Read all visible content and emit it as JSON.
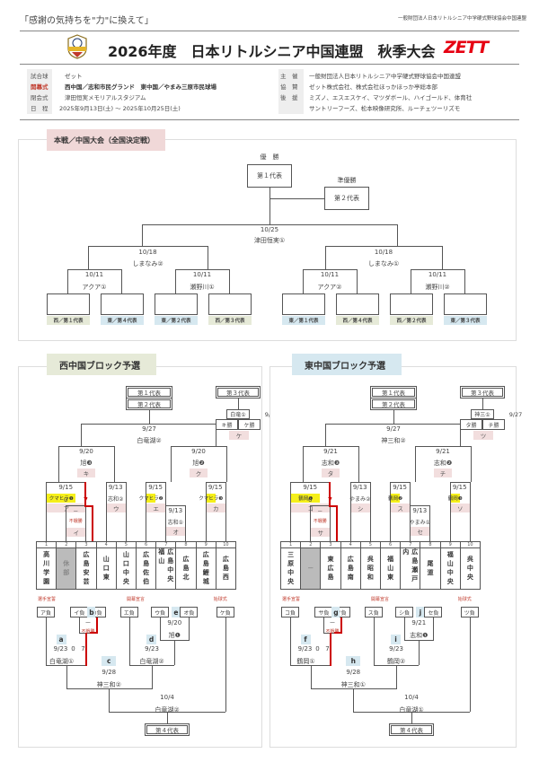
{
  "header": {
    "slogan": "「感謝の気持ちを\"力\"に換えて」",
    "org_small": "一般財団法人日本リトルシニア中学硬式野球協会中国連盟",
    "title": "2026年度　日本リトルシニア中国連盟　秋季大会",
    "sponsor_logo": "ZETT",
    "league_emblem": "emblem-icon"
  },
  "info_left": [
    {
      "label": "試合球",
      "value": "ゼット"
    },
    {
      "label": "開幕式",
      "value": "西中国／志和市民グランド　東中国／やまみ三原市民球場",
      "highlight": true
    },
    {
      "label": "閉会式",
      "value": "津田恒実メモリアルスタジアム"
    },
    {
      "label": "日　程",
      "value": "2025年9月13日(土) ～ 2025年10月25日(土)"
    }
  ],
  "info_right": [
    {
      "label": "主　催",
      "value": "一般財団法人日本リトルシニア中学硬式野球協会中国連盟"
    },
    {
      "label": "協　賛",
      "value": "ゼット株式会社、株式会社ほっかほっか亭総本部"
    },
    {
      "label": "後　援",
      "value": "ミズノ、エスエスケイ、マツダボール、ハイゴールド、体育社"
    },
    {
      "label": "",
      "value": "サントリーフーズ、松本映像研究所、ルーチェツーリズモ"
    }
  ],
  "main": {
    "section_label": "本戦／中国大会（全国決定戦）",
    "champion_label": "優　勝",
    "champion_box": "第１代表",
    "runnerup_label": "準優勝",
    "runnerup_box": "第２代表",
    "final": {
      "date": "10/25",
      "venue": "津田恒実①"
    },
    "semis": [
      {
        "date": "10/18",
        "venue": "しまなみ②"
      },
      {
        "date": "10/18",
        "venue": "しまなみ①"
      }
    ],
    "quarters": [
      {
        "date": "10/11",
        "venue": "アクア①"
      },
      {
        "date": "10/11",
        "venue": "瀬野川①"
      },
      {
        "date": "10/11",
        "venue": "アクア②"
      },
      {
        "date": "10/11",
        "venue": "瀬野川②"
      }
    ],
    "slots": [
      {
        "label": "西／第１代表",
        "side": "w"
      },
      {
        "label": "東／第４代表",
        "side": "e"
      },
      {
        "label": "東／第２代表",
        "side": "e"
      },
      {
        "label": "西／第３代表",
        "side": "w"
      },
      {
        "label": "東／第１代表",
        "side": "e"
      },
      {
        "label": "西／第４代表",
        "side": "w"
      },
      {
        "label": "西／第２代表",
        "side": "w"
      },
      {
        "label": "東／第３代表",
        "side": "e"
      }
    ]
  },
  "west": {
    "section_label": "西中国ブロック予選",
    "rep1": "第１代表",
    "rep2": "第２代表",
    "rep3": "第３代表",
    "rep4": "第４代表",
    "final": {
      "date": "9/27",
      "venue": "白竜湖②"
    },
    "third": {
      "venue": "白竜①",
      "date": "9/27",
      "left": "キ勝",
      "right": "ケ勝",
      "code": "ケ"
    },
    "semis": [
      {
        "date": "9/20",
        "venue": "旭❸",
        "code": "キ"
      },
      {
        "date": "9/20",
        "venue": "旭❷",
        "code": "ク"
      }
    ],
    "r1": [
      {
        "date": "9/15",
        "venue": "クマヒラ❶",
        "code": "ア",
        "yellow": true,
        "score_l": "0",
        "score_r": "7"
      },
      {
        "date": "",
        "venue": "－",
        "code": "イ",
        "note": "不戦勝"
      },
      {
        "date": "9/13",
        "venue": "志和②",
        "code": "ウ"
      },
      {
        "date": "9/15",
        "venue": "クマヒラ❷",
        "code": "エ",
        "yellow": true
      },
      {
        "date": "9/13",
        "venue": "志和①",
        "code": "オ"
      },
      {
        "date": "9/15",
        "venue": "クマヒラ❸",
        "code": "カ",
        "yellow": true
      }
    ],
    "teams": [
      {
        "no": "1",
        "name": "高川学園"
      },
      {
        "no": "2",
        "name": "休部",
        "bye": true
      },
      {
        "no": "3",
        "name": "広島安芸"
      },
      {
        "no": "4",
        "name": "山口東"
      },
      {
        "no": "5",
        "name": "山口中央"
      },
      {
        "no": "6",
        "name": "広島佐伯"
      },
      {
        "no": "7",
        "name": "広島中央　福山"
      },
      {
        "no": "8",
        "name": "広島北"
      },
      {
        "no": "9",
        "name": "広島鯉城"
      },
      {
        "no": "10",
        "name": "広島西"
      }
    ],
    "notes": {
      "left": "選手宣誓",
      "mid": "開幕宣言",
      "right": "始球式"
    },
    "losers": [
      "ア負",
      "イ負",
      "カ負",
      "エ負",
      "ウ負",
      "オ負",
      "ケ負"
    ],
    "letters": {
      "a": "a",
      "b": "b",
      "c": "c",
      "d": "d",
      "e": "e"
    },
    "cons": {
      "b_note": "－",
      "b_result": "不戦勝",
      "e": {
        "date": "9/20",
        "venue": "旭❶"
      },
      "a": {
        "date": "9/23",
        "venue": "白竜湖①",
        "score_l": "0",
        "score_r": "7"
      },
      "d": {
        "date": "9/23",
        "venue": "白竜湖②"
      },
      "c": {
        "date": "9/28",
        "venue": "神三和②"
      },
      "final": {
        "date": "10/4",
        "venue": "白竜湖②"
      }
    }
  },
  "east": {
    "section_label": "東中国ブロック予選",
    "rep1": "第１代表",
    "rep2": "第２代表",
    "rep3": "第３代表",
    "rep4": "第４代表",
    "final": {
      "date": "9/27",
      "venue": "神三和②"
    },
    "third": {
      "venue": "神三①",
      "date": "9/27",
      "left": "タ勝",
      "right": "チ勝",
      "code": "ツ"
    },
    "semis": [
      {
        "date": "9/21",
        "venue": "志和❸",
        "code": "タ"
      },
      {
        "date": "9/21",
        "venue": "志和❷",
        "code": "チ"
      }
    ],
    "r1": [
      {
        "date": "9/15",
        "venue": "鶴岡❶",
        "code": "コ",
        "yellow": true,
        "score_l": "0",
        "score_r": "7"
      },
      {
        "date": "",
        "venue": "－",
        "code": "サ",
        "note": "不戦勝"
      },
      {
        "date": "9/13",
        "venue": "やまみ②",
        "code": "シ"
      },
      {
        "date": "9/15",
        "venue": "鶴岡❷",
        "code": "ス",
        "yellow": true
      },
      {
        "date": "9/13",
        "venue": "やまみ①",
        "code": "セ"
      },
      {
        "date": "9/15",
        "venue": "鶴岡❸",
        "code": "ソ",
        "yellow": true
      }
    ],
    "teams": [
      {
        "no": "1",
        "name": "三原中央"
      },
      {
        "no": "2",
        "name": "－",
        "bye": true
      },
      {
        "no": "3",
        "name": "東広島"
      },
      {
        "no": "4",
        "name": "広島南"
      },
      {
        "no": "5",
        "name": "呉昭和"
      },
      {
        "no": "6",
        "name": "福山東"
      },
      {
        "no": "7",
        "name": "広島瀬戸内"
      },
      {
        "no": "8",
        "name": "尾道"
      },
      {
        "no": "9",
        "name": "福山中央"
      },
      {
        "no": "10",
        "name": "呉中央"
      }
    ],
    "notes": {
      "left": "選手宣誓",
      "mid": "開幕宣言",
      "right": "始球式"
    },
    "losers": [
      "コ負",
      "サ負",
      "ソ負",
      "ス負",
      "シ負",
      "セ負",
      "ツ負"
    ],
    "letters": {
      "a": "f",
      "b": "g",
      "c": "h",
      "d": "i",
      "e": "j"
    },
    "cons": {
      "b_note": "－",
      "b_result": "不戦勝",
      "e": {
        "date": "9/21",
        "venue": "志和❶"
      },
      "a": {
        "date": "9/23",
        "venue": "鶴岡①",
        "score_l": "0",
        "score_r": "7"
      },
      "d": {
        "date": "9/23",
        "venue": "鶴岡②"
      },
      "c": {
        "date": "9/28",
        "venue": "神三和①"
      },
      "final": {
        "date": "10/4",
        "venue": "白竜湖①"
      }
    }
  }
}
